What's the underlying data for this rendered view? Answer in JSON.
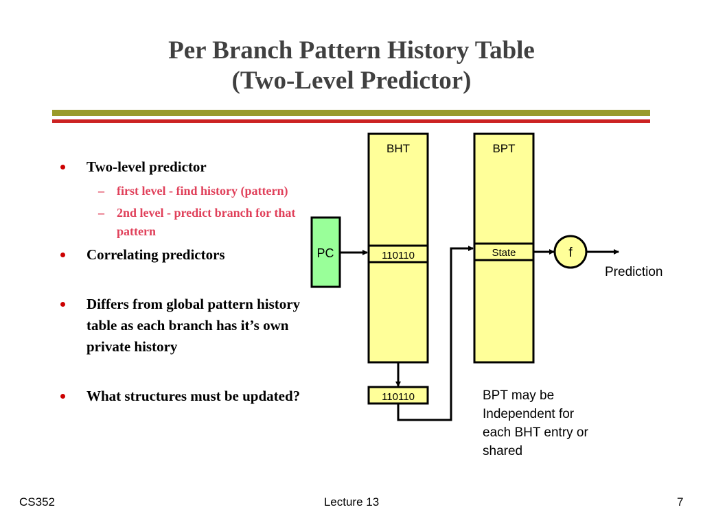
{
  "slide": {
    "title_line1": "Per Branch Pattern History Table",
    "title_line2": "(Two-Level Predictor)"
  },
  "colors": {
    "title": "#404040",
    "rule_olive": "#9a9a2a",
    "rule_red": "#cc2222",
    "bullet_dot": "#cc0000",
    "sub_bullet_text": "#e0405a",
    "table_fill": "#ffff99",
    "pc_fill": "#99ff99"
  },
  "bullets": [
    {
      "text": "Two-level predictor",
      "subs": [
        "first level - find history (pattern)",
        "2nd level - predict branch for that pattern"
      ]
    },
    {
      "text": "Correlating predictors"
    },
    {
      "text": "Differs from global pattern history table as each branch has it’s own private history"
    },
    {
      "text": "What structures must be updated?"
    }
  ],
  "diagram": {
    "bht_label": "BHT",
    "bpt_label": "BPT",
    "pc_label": "PC",
    "bht_entry": "110110",
    "history_out": "110110",
    "bpt_entry": "State",
    "function_label": "f",
    "prediction_label": "Prediction",
    "note": [
      "BPT may be",
      "Independent for",
      "each BHT entry or",
      "shared"
    ]
  },
  "footer": {
    "left": "CS352",
    "center": "Lecture 13",
    "page": "7"
  }
}
